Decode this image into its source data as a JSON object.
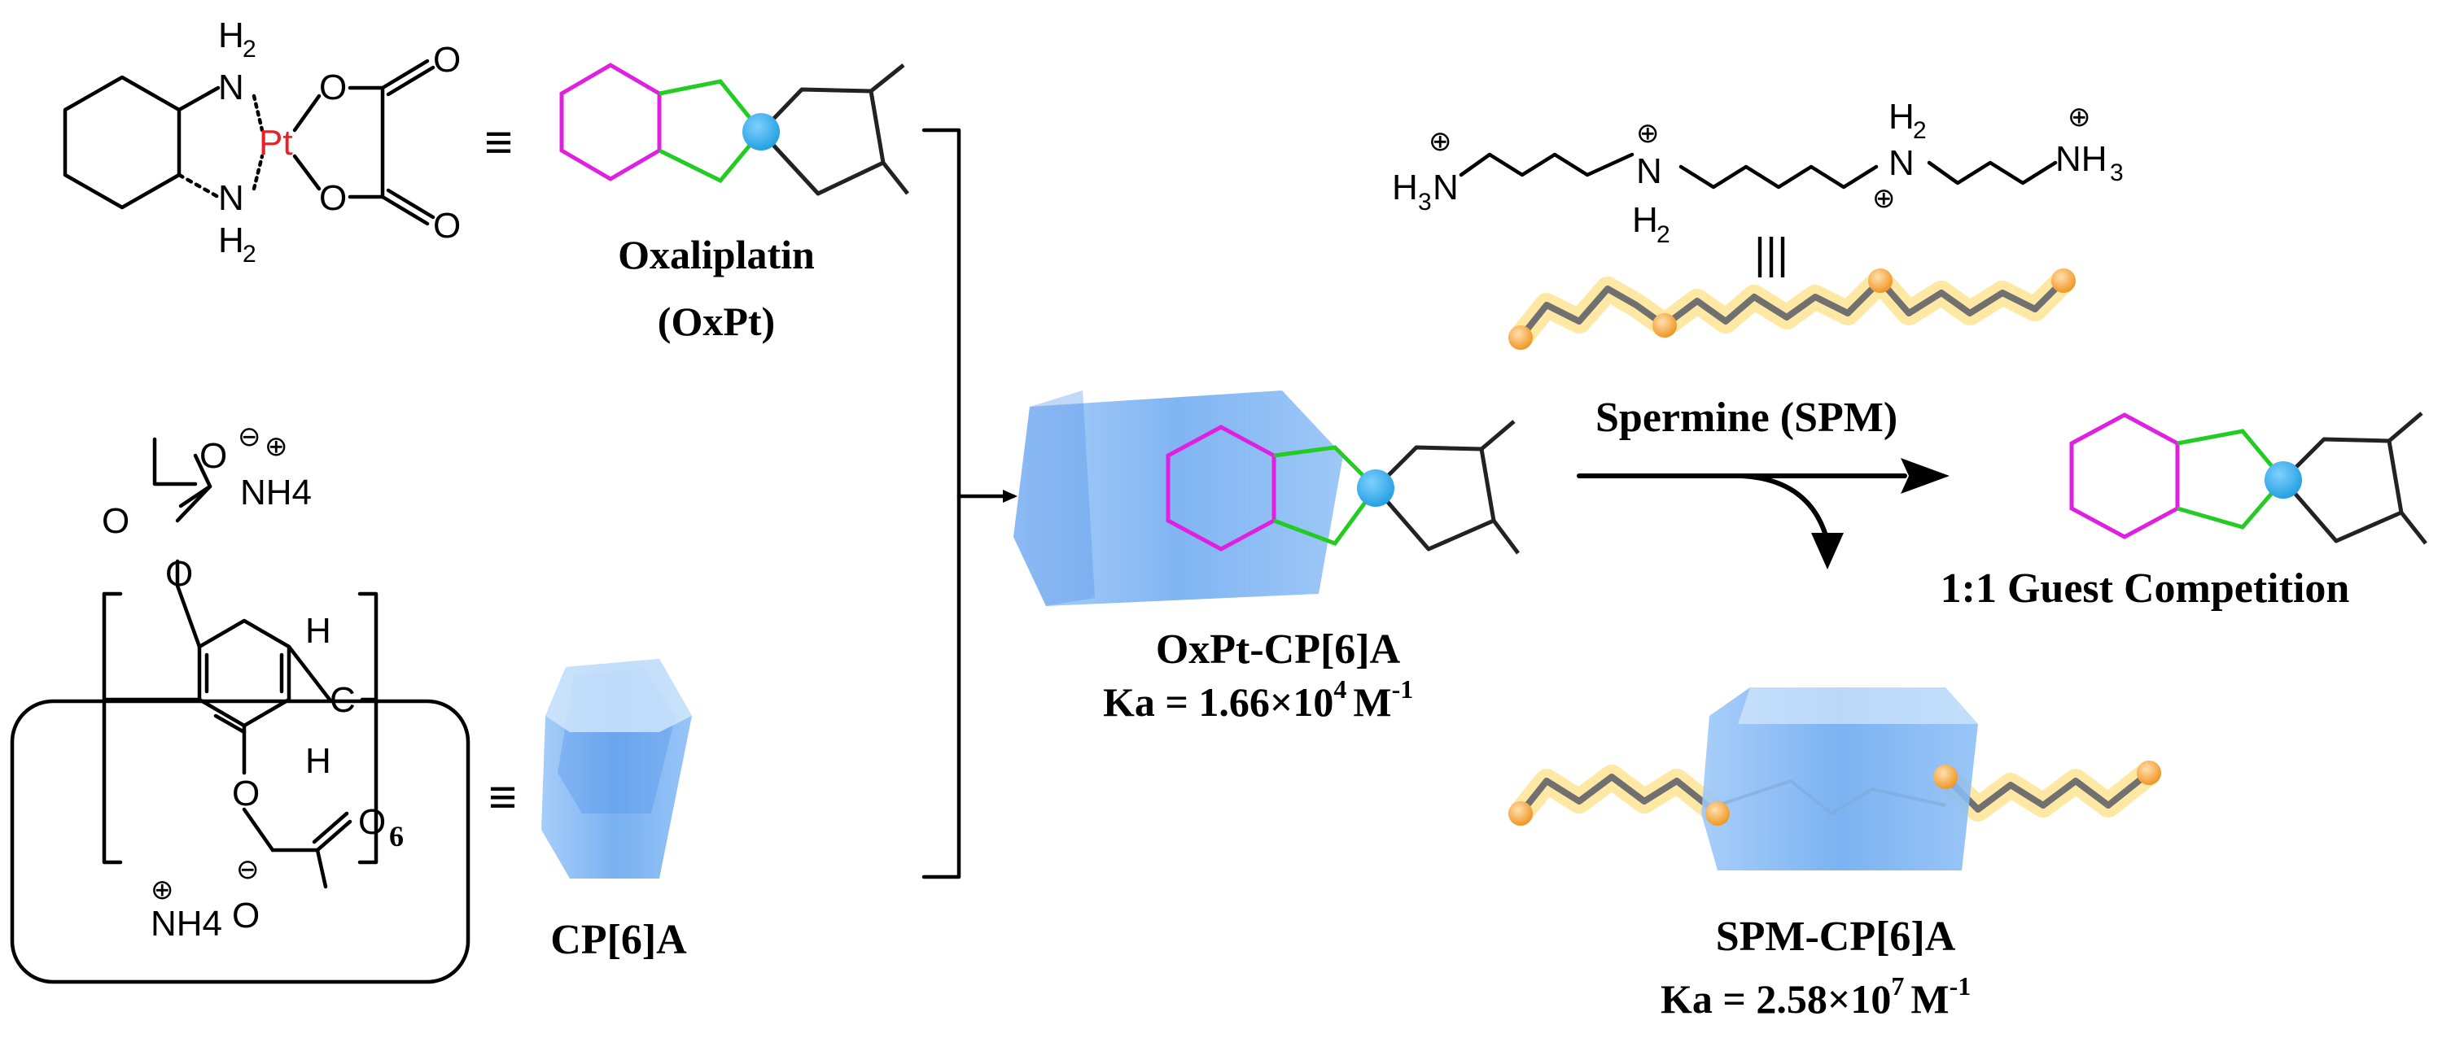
{
  "figure": {
    "oxpt": {
      "atoms": {
        "h2_top": "H",
        "h2_top_sub": "2",
        "n_top": "N",
        "pt": "Pt",
        "n_bottom": "N",
        "h2_bottom": "H",
        "h2_bottom_sub": "2",
        "o1": "O",
        "o2": "O",
        "o3": "O",
        "o4": "O"
      },
      "equiv": "≡",
      "name": "Oxaliplatin",
      "abbrev": "(OxPt)"
    },
    "cp6a": {
      "atoms": {
        "o_minus_top": "O",
        "o_top": "O",
        "nh4_top": "NH4",
        "o_link_top": "O",
        "h1": "H",
        "c": "C",
        "h2": "H",
        "subscript": "6",
        "o_link_bottom": "O",
        "o_carbonyl_bottom": "O",
        "o_minus_bottom": "O",
        "nh4_bottom": "NH4"
      },
      "equiv": "≡",
      "name": "CP[6]A"
    },
    "complex1": {
      "name": "OxPt-CP[6]A",
      "ka_text": "Ka = 1.66×10",
      "ka_exp": "4",
      "ka_unit": "M",
      "ka_unit_exp": "-1"
    },
    "spermine": {
      "atoms": {
        "h3n": "H",
        "h3n_sub": "3",
        "h3n_n": "N",
        "n_mid1": "N",
        "h2_mid1": "H",
        "h2_mid1_sub": "2",
        "n_mid2": "N",
        "h2_mid2": "H",
        "h2_mid2_sub": "2",
        "nh3": "NH",
        "nh3_sub": "3"
      },
      "equiv": "|||",
      "arrow_label": "Spermine (SPM)"
    },
    "product": {
      "label": "1:1 Guest Competition"
    },
    "complex2": {
      "name": "SPM-CP[6]A",
      "ka_text": "Ka = 2.58×10",
      "ka_exp": "7",
      "ka_unit": "M",
      "ka_unit_exp": "-1"
    },
    "colors": {
      "platinum": "#e8202a",
      "cyclohexane_ring": "#e020e0",
      "chelate_ring": "#22cc22",
      "pt_center": "#1e9de0",
      "macrocycle": "#6aa8f0",
      "spermine_glow": "#ffcc33"
    }
  }
}
